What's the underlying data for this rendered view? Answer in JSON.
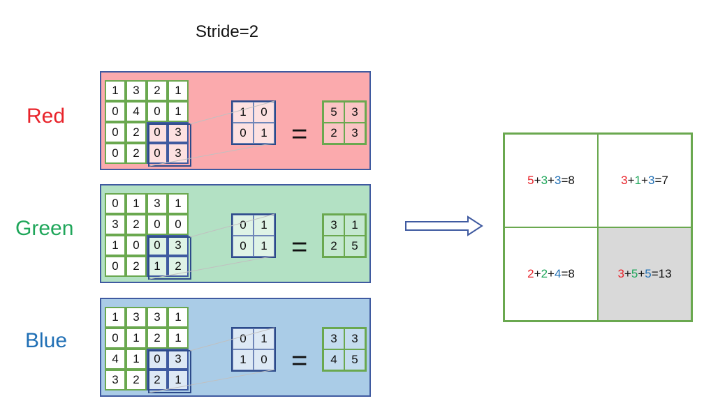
{
  "title": "Stride=2",
  "colors": {
    "red": "#e8232a",
    "green": "#1fa65a",
    "blue": "#1f6fb5",
    "red_panel": "#fbaaad",
    "green_panel": "#b3e1c4",
    "blue_panel": "#aacce7",
    "panel_border": "#3f5aa0",
    "cell_border": "#6aa84f",
    "shaded_cell": "#d9d9d9"
  },
  "channels": [
    {
      "label": "Red",
      "input": [
        [
          "1",
          "3",
          "2",
          "1"
        ],
        [
          "0",
          "4",
          "0",
          "1"
        ],
        [
          "0",
          "2",
          "0",
          "3"
        ],
        [
          "0",
          "2",
          "0",
          "3"
        ]
      ],
      "kernel": [
        [
          "1",
          "0"
        ],
        [
          "0",
          "1"
        ]
      ],
      "output": [
        [
          "5",
          "3"
        ],
        [
          "2",
          "3"
        ]
      ]
    },
    {
      "label": "Green",
      "input": [
        [
          "0",
          "1",
          "3",
          "1"
        ],
        [
          "3",
          "2",
          "0",
          "0"
        ],
        [
          "1",
          "0",
          "0",
          "3"
        ],
        [
          "0",
          "2",
          "1",
          "2"
        ]
      ],
      "kernel": [
        [
          "0",
          "1"
        ],
        [
          "0",
          "1"
        ]
      ],
      "output": [
        [
          "3",
          "1"
        ],
        [
          "2",
          "5"
        ]
      ]
    },
    {
      "label": "Blue",
      "input": [
        [
          "1",
          "3",
          "3",
          "1"
        ],
        [
          "0",
          "1",
          "2",
          "1"
        ],
        [
          "4",
          "1",
          "0",
          "3"
        ],
        [
          "3",
          "2",
          "2",
          "1"
        ]
      ],
      "kernel": [
        [
          "0",
          "1"
        ],
        [
          "1",
          "0"
        ]
      ],
      "output": [
        [
          "3",
          "3"
        ],
        [
          "4",
          "5"
        ]
      ]
    }
  ],
  "equals_sign": "=",
  "result": [
    {
      "terms": [
        "5",
        "3",
        "3"
      ],
      "total": "8",
      "shaded": false
    },
    {
      "terms": [
        "3",
        "1",
        "3"
      ],
      "total": "7",
      "shaded": false
    },
    {
      "terms": [
        "2",
        "2",
        "4"
      ],
      "total": "8",
      "shaded": false
    },
    {
      "terms": [
        "3",
        "5",
        "5"
      ],
      "total": "13",
      "shaded": true
    }
  ],
  "arrow_icon": "hollow-right-arrow-icon"
}
